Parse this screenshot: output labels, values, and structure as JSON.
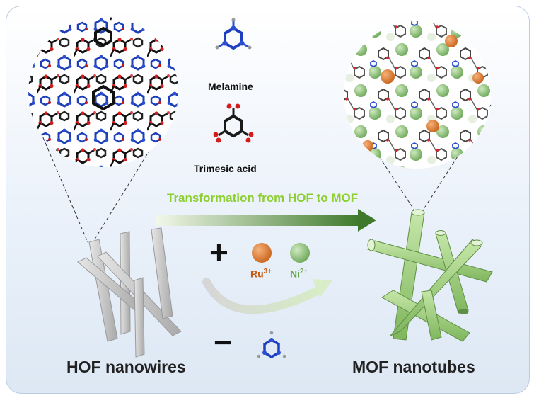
{
  "molecules": {
    "melamine_label": "Melamine",
    "trimesic_label": "Trimesic acid"
  },
  "transformation_label": "Transformation from HOF to MOF",
  "ions": {
    "ru": {
      "symbol": "Ru",
      "charge": "3+",
      "color": "#d4782a"
    },
    "ni": {
      "symbol": "Ni",
      "charge": "2+",
      "color": "#7fb866"
    }
  },
  "signs": {
    "plus": "+",
    "minus": "−"
  },
  "left_title": "HOF nanowires",
  "right_title": "MOF nanotubes",
  "colors": {
    "arrow_start": "#eef6e3",
    "arrow_end": "#3f7a2c",
    "nanowire": "#c9c9c9",
    "nanotube": "#9fcf7f"
  }
}
